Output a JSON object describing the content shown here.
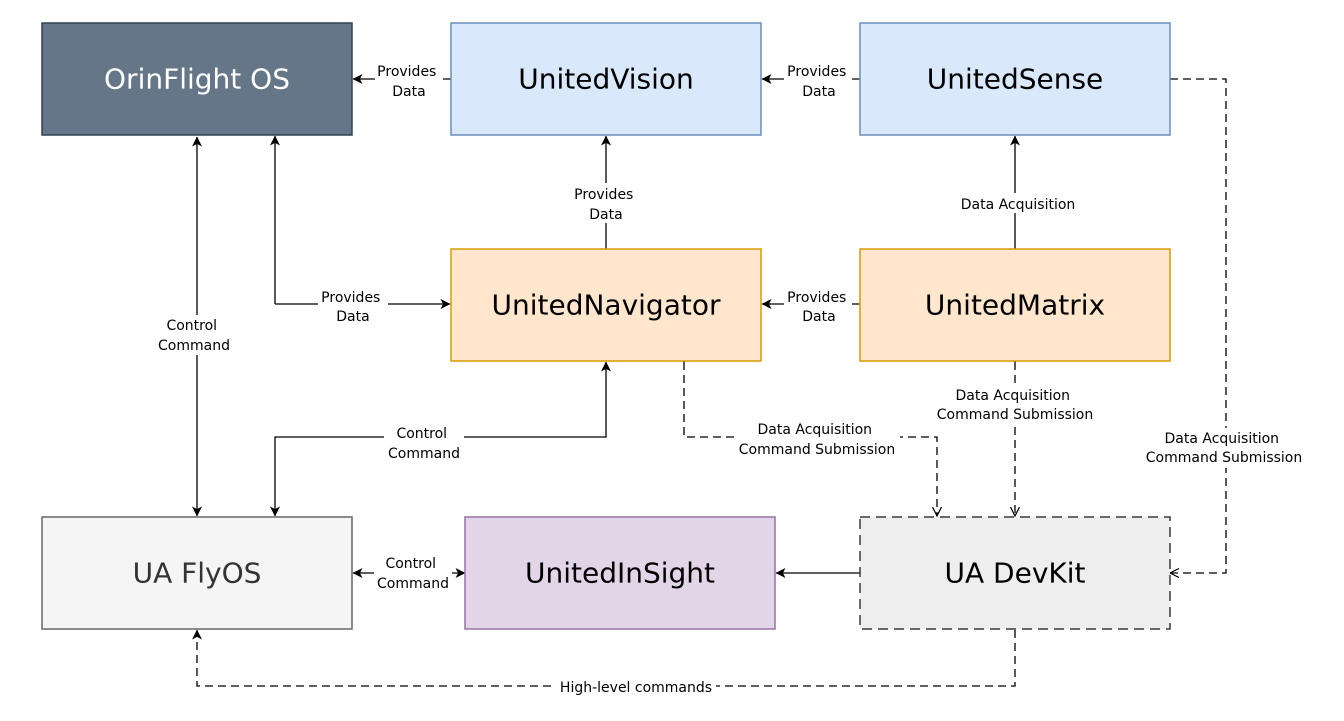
{
  "nodes": {
    "orinflight": {
      "label": "OrinFlight OS",
      "fill": "#647687",
      "stroke": "#314354",
      "text_color": "#ffffff",
      "border": "solid"
    },
    "unitedvision": {
      "label": "UnitedVision",
      "fill": "#dae8fc",
      "stroke": "#6c8ebf",
      "text_color": "#000000",
      "border": "solid"
    },
    "unitedsense": {
      "label": "UnitedSense",
      "fill": "#dae8fc",
      "stroke": "#6c8ebf",
      "text_color": "#000000",
      "border": "solid"
    },
    "unitednavigator": {
      "label": "UnitedNavigator",
      "fill": "#ffe6cc",
      "stroke": "#d79b00",
      "text_color": "#000000",
      "border": "solid"
    },
    "unitedmatrix": {
      "label": "UnitedMatrix",
      "fill": "#ffe6cc",
      "stroke": "#d79b00",
      "text_color": "#000000",
      "border": "solid"
    },
    "uaflyos": {
      "label": "UA FlyOS",
      "fill": "#f5f5f5",
      "stroke": "#666666",
      "text_color": "#333333",
      "border": "solid"
    },
    "unitedinsight": {
      "label": "UnitedInSight",
      "fill": "#e1d5e7",
      "stroke": "#9673a6",
      "text_color": "#000000",
      "border": "solid"
    },
    "uadevkit": {
      "label": "UA DevKit",
      "fill": "#eeeeee",
      "stroke": "#36393d",
      "text_color": "#000000",
      "border": "dashed"
    }
  },
  "edges": {
    "vision_to_orin": {
      "line1": "Provides",
      "line2": "Data",
      "style": "solid"
    },
    "sense_to_vision": {
      "line1": "Provides",
      "line2": "Data",
      "style": "solid"
    },
    "navigator_to_vision": {
      "line1": "Provides",
      "line2": "Data",
      "style": "solid"
    },
    "matrix_to_sense": {
      "line1": "Data Acquisition",
      "style": "solid"
    },
    "orin_to_navigator": {
      "line1": "Provides",
      "line2": "Data",
      "style": "solid"
    },
    "matrix_to_navigator": {
      "line1": "Provides",
      "line2": "Data",
      "style": "solid"
    },
    "orin_flyos": {
      "line1": "Control",
      "line2": "Command",
      "style": "solid"
    },
    "navigator_to_flyos": {
      "line1": "Control",
      "line2": "Command",
      "style": "solid"
    },
    "devkit_navigator": {
      "line1": "Data Acquisition",
      "line2": "Command Submission",
      "style": "dashed"
    },
    "devkit_matrix": {
      "line1": "Data Acquisition",
      "line2": "Command Submission",
      "style": "dashed"
    },
    "devkit_sense": {
      "line1": "Data Acquisition",
      "line2": "Command Submission",
      "style": "dashed"
    },
    "flyos_insight": {
      "line1": "Control",
      "line2": "Command",
      "style": "solid"
    },
    "devkit_to_insight": {
      "style": "solid"
    },
    "devkit_to_flyos": {
      "line1": "High-level commands",
      "style": "dashed"
    }
  }
}
